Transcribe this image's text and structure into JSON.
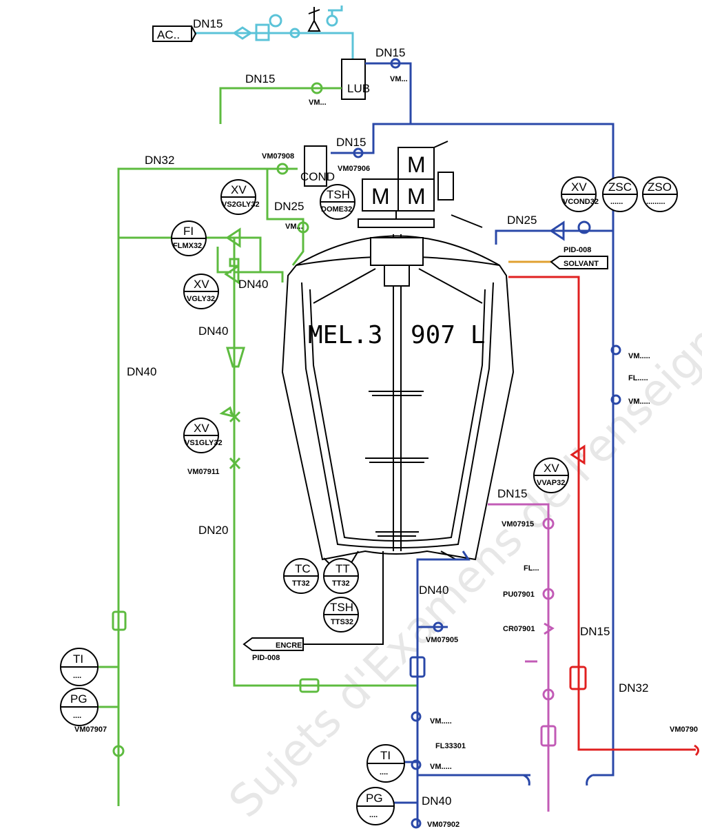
{
  "vessel": {
    "name": "MEL.3",
    "volume": "907 L"
  },
  "motors": [
    "M",
    "M",
    "M"
  ],
  "equipment": {
    "lub": "LUB",
    "cond": "COND",
    "ac": "AC.."
  },
  "instruments": {
    "fi": {
      "tag": "FI",
      "id": "FLMX32"
    },
    "xv_vs2": {
      "tag": "XV",
      "id": "VS2GLY32"
    },
    "xv_vgly": {
      "tag": "XV",
      "id": "VGLY32"
    },
    "xv_vs1": {
      "tag": "XV",
      "id": "VS1GLY32"
    },
    "tsh_dome": {
      "tag": "TSH",
      "id": "DOME32"
    },
    "xv_cond": {
      "tag": "XV",
      "id": "VCOND32"
    },
    "zsc": {
      "tag": "ZSC",
      "id": "......"
    },
    "zso": {
      "tag": "ZSO",
      "id": "........."
    },
    "xv_vap": {
      "tag": "XV",
      "id": "VVAP32"
    },
    "tc": {
      "tag": "TC",
      "id": "TT32"
    },
    "tt": {
      "tag": "TT",
      "id": "TT32"
    },
    "tsh_tts": {
      "tag": "TSH",
      "id": "TTS32"
    },
    "ti_left": {
      "tag": "TI",
      "id": "...."
    },
    "pg_left": {
      "tag": "PG",
      "id": "...."
    },
    "ti_bottom": {
      "tag": "TI",
      "id": "...."
    },
    "pg_bottom": {
      "tag": "PG",
      "id": "...."
    }
  },
  "pipe_sizes": {
    "dn15_ac": "DN15",
    "dn15_lub": "DN15",
    "dn15_green": "DN15",
    "dn15_cond": "DN15",
    "dn32_top": "DN32",
    "dn25_left": "DN25",
    "dn25_right": "DN25",
    "dn40_a": "DN40",
    "dn40_b": "DN40",
    "dn40_left": "DN40",
    "dn20": "DN20",
    "dn15_magenta": "DN15",
    "dn40_drain": "DN40",
    "dn15_red": "DN15",
    "dn32_right": "DN32",
    "dn40_bottom": "DN40"
  },
  "valve_tags": {
    "vm_lub": "VM...",
    "vm_green": "VM...",
    "vm07908": "VM07908",
    "vm07906": "VM07906",
    "vm_dn25": "VM...",
    "vm07911": "VM07911",
    "vm_r1": "VM.....",
    "fl_r": "FL.....",
    "vm_r2": "VM.....",
    "vm07915": "VM07915",
    "fl_m": "FL...",
    "pu07901": "PU07901",
    "cr07901": "CR07901",
    "vm07905": "VM07905",
    "vm_b1": "VM.....",
    "fl33301": "FL33301",
    "vm_b2": "VM.....",
    "vm07902": "VM07902",
    "vm07907": "VM07907",
    "vm0790": "VM0790"
  },
  "references": {
    "solvant_pid": "PID-008",
    "solvant": "SOLVANT",
    "encre_pid": "PID-008",
    "encre": "ENCRE"
  },
  "watermark": "Sujets d'Examens de l'enseignement",
  "colors": {
    "glycol": "#5dbb3f",
    "water": "#2a48a8",
    "air": "#5bc3d8",
    "steam": "#e02020",
    "product": "#c25bb6",
    "solvent": "#e0a030"
  }
}
